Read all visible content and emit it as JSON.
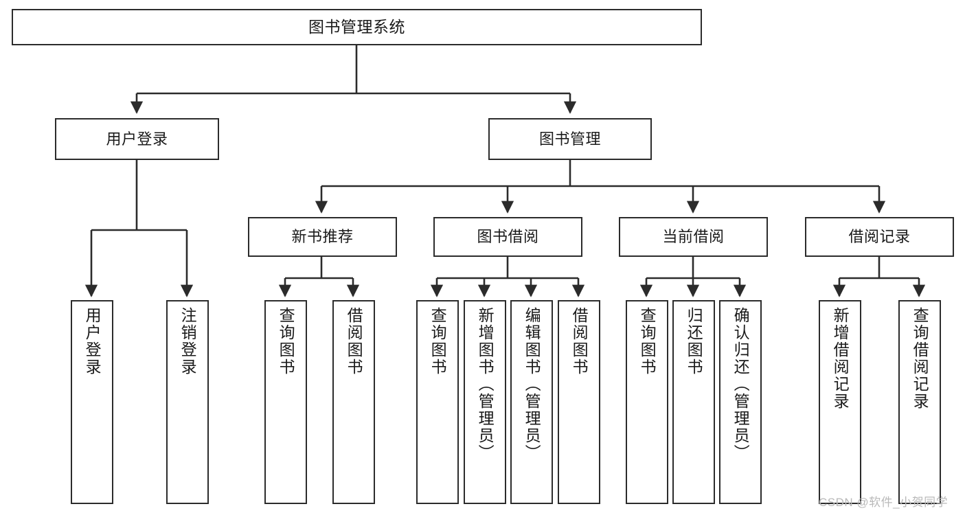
{
  "diagram": {
    "title": "图书管理系统",
    "type": "功能结构图",
    "line_color": "#2b2b2b",
    "box_fill": "#ffffff",
    "text_color": "#1a1a1a",
    "watermark": "CSDN @软件_小贺同学",
    "watermark_color": "#b9b9b9"
  },
  "nodes": {
    "root": {
      "label": "图书管理系统"
    },
    "level2": [
      {
        "id": "user-login",
        "label": "用户登录"
      },
      {
        "id": "book-manage",
        "label": "图书管理"
      }
    ],
    "level3": [
      {
        "id": "new-book-recommend",
        "label": "新书推荐"
      },
      {
        "id": "book-borrow",
        "label": "图书借阅"
      },
      {
        "id": "current-borrow",
        "label": "当前借阅"
      },
      {
        "id": "borrow-record",
        "label": "借阅记录"
      }
    ],
    "leaves": [
      {
        "id": "leaf-user-login",
        "label": "用户登录",
        "parent": "user-login"
      },
      {
        "id": "leaf-logout-login",
        "label": "注销登录",
        "parent": "user-login"
      },
      {
        "id": "leaf-query-book-1",
        "label": "查询图书",
        "parent": "new-book-recommend"
      },
      {
        "id": "leaf-borrow-book-1",
        "label": "借阅图书",
        "parent": "new-book-recommend"
      },
      {
        "id": "leaf-query-book-2",
        "label": "查询图书",
        "parent": "book-borrow"
      },
      {
        "id": "leaf-add-book",
        "label": "新增图书（管理员）",
        "parent": "book-borrow"
      },
      {
        "id": "leaf-edit-book",
        "label": "编辑图书（管理员）",
        "parent": "book-borrow"
      },
      {
        "id": "leaf-borrow-book-2",
        "label": "借阅图书",
        "parent": "book-borrow"
      },
      {
        "id": "leaf-query-book-3",
        "label": "查询图书",
        "parent": "current-borrow"
      },
      {
        "id": "leaf-return-book",
        "label": "归还图书",
        "parent": "current-borrow"
      },
      {
        "id": "leaf-confirm-return",
        "label": "确认归还（管理员）",
        "parent": "current-borrow"
      },
      {
        "id": "leaf-add-record",
        "label": "新增借阅记录",
        "parent": "borrow-record"
      },
      {
        "id": "leaf-query-record",
        "label": "查询借阅记录",
        "parent": "borrow-record"
      }
    ]
  }
}
